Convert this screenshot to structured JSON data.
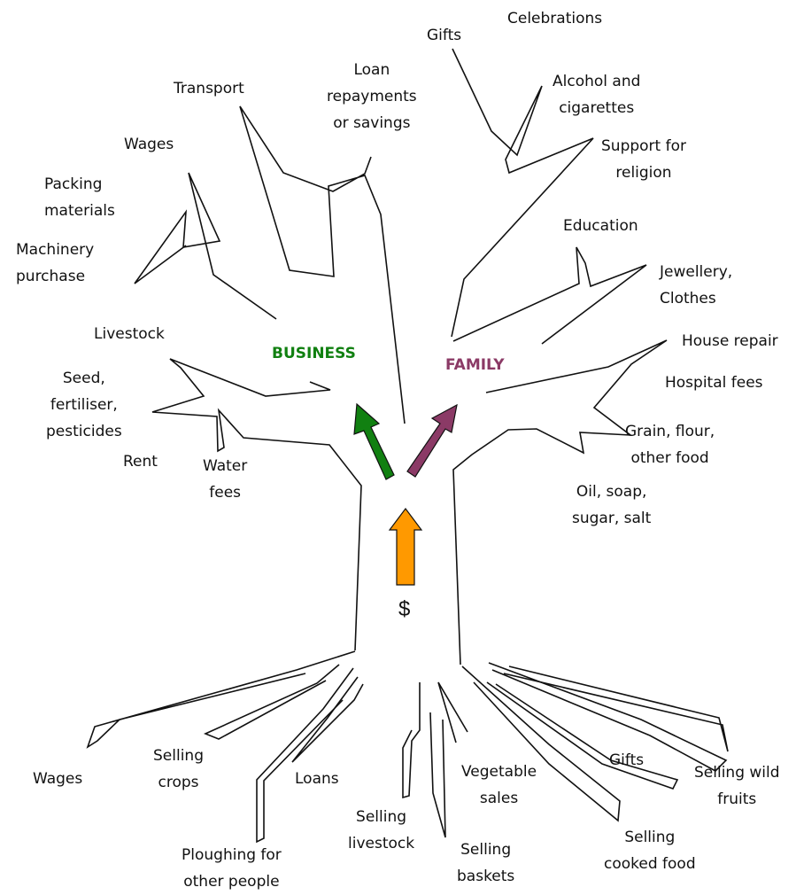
{
  "center": {
    "symbol": "$",
    "business": "BUSINESS",
    "family": "FAMILY"
  },
  "colors": {
    "business": "#118011",
    "family": "#8b3a66",
    "money_arrow": "#ff9900",
    "outline": "#111111"
  },
  "business_branches": {
    "transport": "Transport",
    "loan": [
      "Loan",
      "repayments",
      "or savings"
    ],
    "wages": "Wages",
    "packing": [
      "Packing",
      "materials"
    ],
    "machinery": [
      "Machinery",
      "purchase"
    ],
    "livestock": "Livestock",
    "seed": [
      "Seed,",
      "fertiliser,",
      "pesticides"
    ],
    "rent": "Rent",
    "water": [
      "Water",
      "fees"
    ]
  },
  "family_branches": {
    "gifts": "Gifts",
    "celebrations": "Celebrations",
    "alcohol": [
      "Alcohol and",
      "cigarettes"
    ],
    "religion": [
      "Support for",
      "religion"
    ],
    "education": "Education",
    "jewellery": [
      "Jewellery,",
      "Clothes"
    ],
    "house": "House repair",
    "hospital": "Hospital fees",
    "grain": [
      "Grain, flour,",
      "other food"
    ],
    "oil": [
      "Oil, soap,",
      "sugar, salt"
    ]
  },
  "roots": {
    "wages": "Wages",
    "crops": [
      "Selling",
      "crops"
    ],
    "ploughing": [
      "Ploughing for",
      "other people"
    ],
    "loans": "Loans",
    "livestock": [
      "Selling",
      "livestock"
    ],
    "baskets": [
      "Selling",
      "baskets"
    ],
    "vegetables": [
      "Vegetable",
      "sales"
    ],
    "gifts": "Gifts",
    "cooked": [
      "Selling",
      "cooked food"
    ],
    "wild": [
      "Selling wild",
      "fruits"
    ]
  }
}
